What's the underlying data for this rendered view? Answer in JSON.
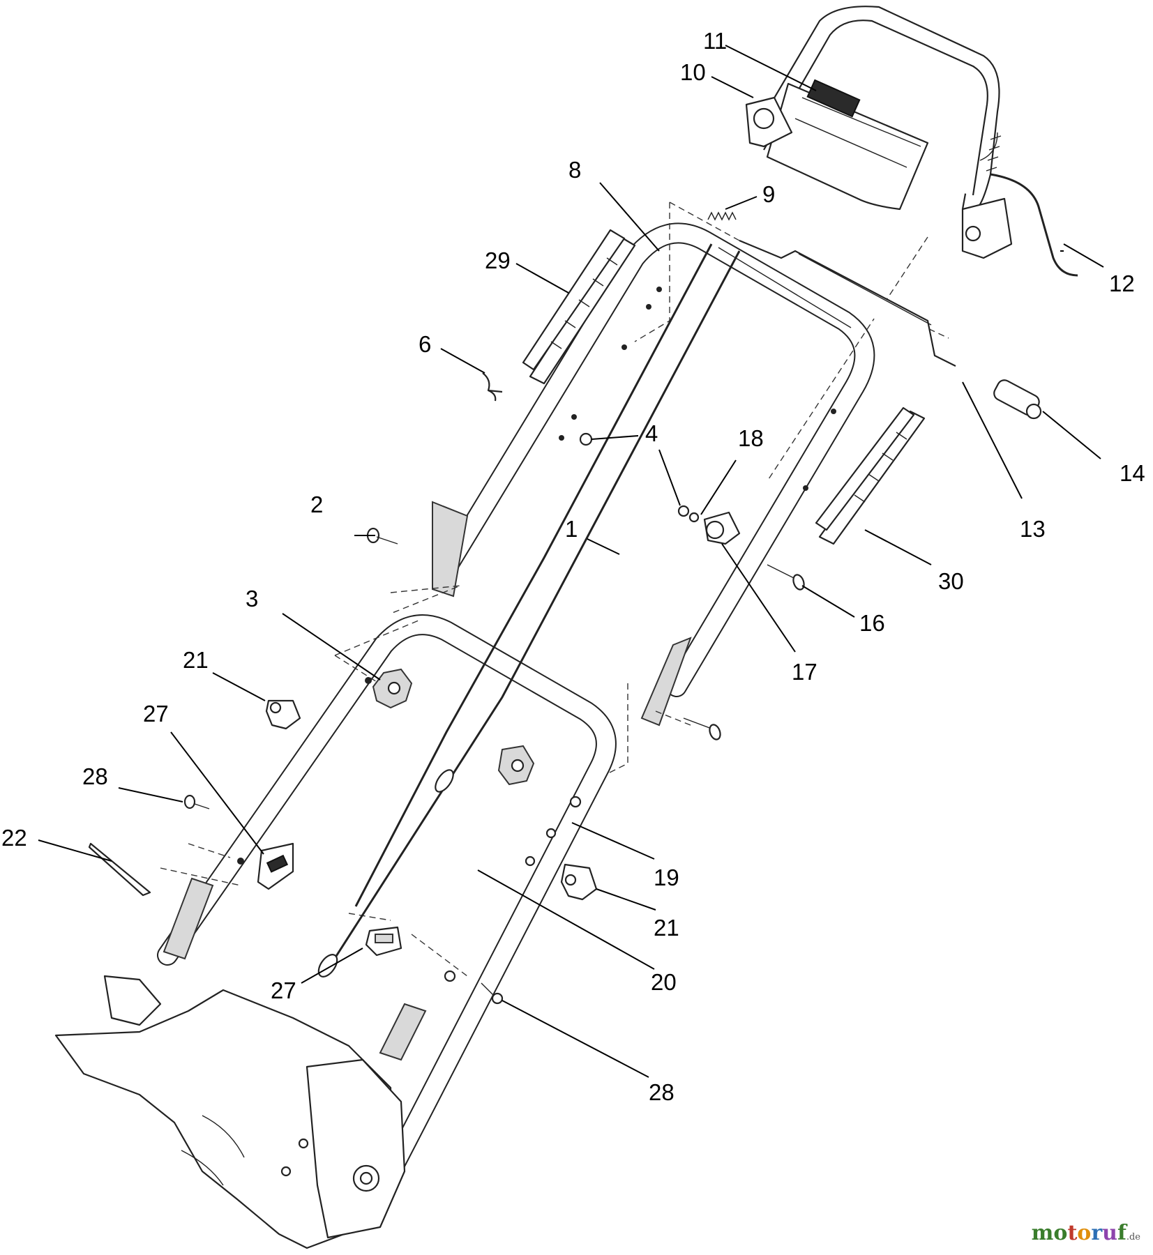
{
  "callouts": [
    {
      "id": "c1",
      "text": "1"
    },
    {
      "id": "c2",
      "text": "2"
    },
    {
      "id": "c3",
      "text": "3"
    },
    {
      "id": "c4",
      "text": "4"
    },
    {
      "id": "c6",
      "text": "6"
    },
    {
      "id": "c8",
      "text": "8"
    },
    {
      "id": "c9",
      "text": "9"
    },
    {
      "id": "c10",
      "text": "10"
    },
    {
      "id": "c11",
      "text": "11"
    },
    {
      "id": "c12",
      "text": "12"
    },
    {
      "id": "c13",
      "text": "13"
    },
    {
      "id": "c14",
      "text": "14"
    },
    {
      "id": "c16",
      "text": "16"
    },
    {
      "id": "c17",
      "text": "17"
    },
    {
      "id": "c18",
      "text": "18"
    },
    {
      "id": "c19",
      "text": "19"
    },
    {
      "id": "c20",
      "text": "20"
    },
    {
      "id": "c21a",
      "text": "21"
    },
    {
      "id": "c21b",
      "text": "21"
    },
    {
      "id": "c22",
      "text": "22"
    },
    {
      "id": "c27a",
      "text": "27"
    },
    {
      "id": "c27b",
      "text": "27"
    },
    {
      "id": "c28a",
      "text": "28"
    },
    {
      "id": "c28b",
      "text": "28"
    },
    {
      "id": "c29",
      "text": "29"
    },
    {
      "id": "c30",
      "text": "30"
    }
  ],
  "watermark": {
    "letters": [
      "m",
      "o",
      "t",
      "o",
      "r",
      "u",
      "f"
    ],
    "colors": [
      "#3a7d2c",
      "#3a7d2c",
      "#c0392b",
      "#e08e0b",
      "#2c6fb5",
      "#8e44ad",
      "#3a7d2c"
    ],
    "suffix": ".de"
  }
}
